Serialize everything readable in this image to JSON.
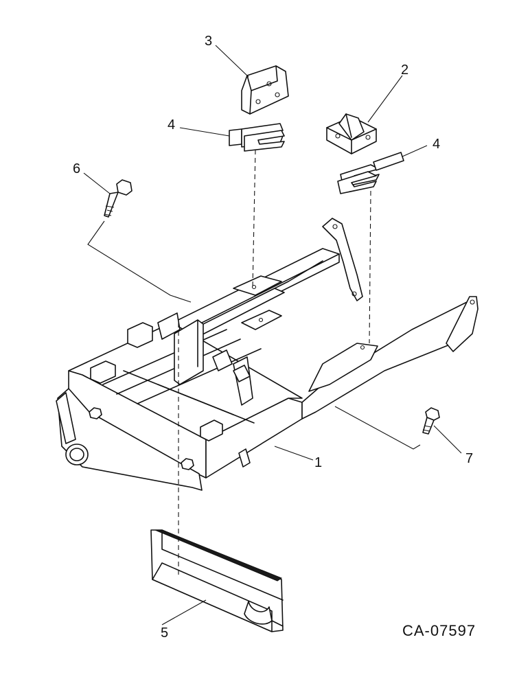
{
  "callouts": {
    "c1": "1",
    "c2": "2",
    "c3": "3",
    "c4a": "4",
    "c4b": "4",
    "c5": "5",
    "c6": "6",
    "c7": "7"
  },
  "drawing_id": "CA-07597"
}
